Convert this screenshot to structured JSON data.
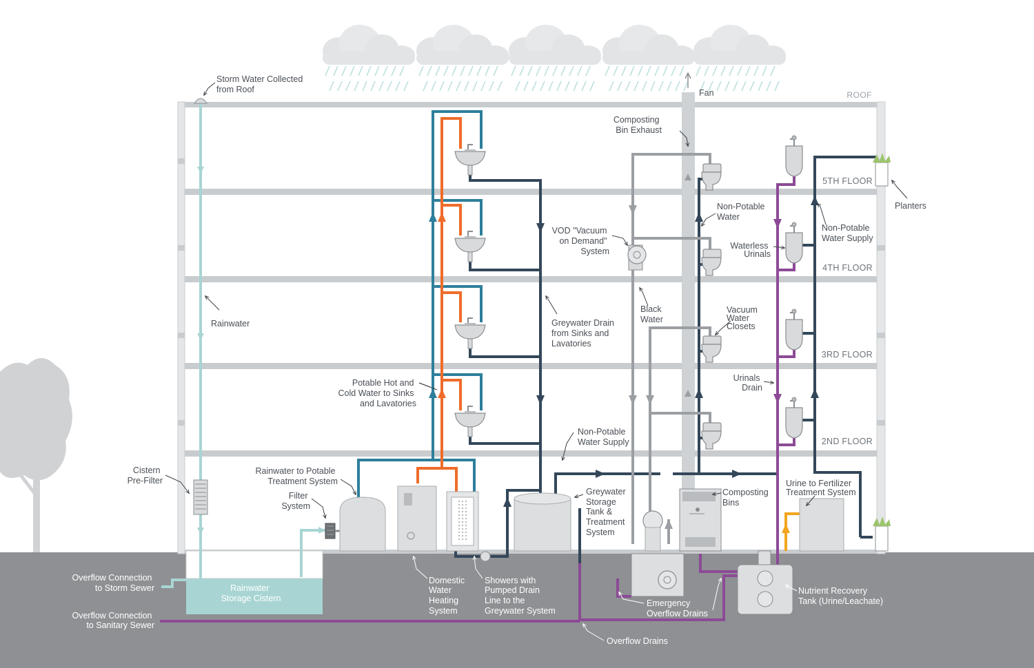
{
  "labels": {
    "storm_water": [
      "Storm Water Collected",
      "from Roof"
    ],
    "roof": "ROOF",
    "fan": "Fan",
    "composting_bin_exhaust": [
      "Composting",
      "Bin Exhaust"
    ],
    "non_potable_water": [
      "Non-Potable",
      "Water"
    ],
    "vod": [
      "VOD \"Vacuum",
      "on Demand\"",
      "System"
    ],
    "waterless_urinals": [
      "Waterless",
      "Urinals"
    ],
    "non_potable_water_supply_right": [
      "Non-Potable",
      "Water Supply"
    ],
    "planters": "Planters",
    "rainwater": "Rainwater",
    "greywater_drain": [
      "Greywater Drain",
      "from Sinks and",
      "Lavatories"
    ],
    "black_water": [
      "Black",
      "Water"
    ],
    "vacuum_water_closets": [
      "Vacuum",
      "Water",
      "Closets"
    ],
    "potable_hot_cold": [
      "Potable Hot and",
      "Cold Water to Sinks",
      "and Lavatories"
    ],
    "urinals_drain": [
      "Urinals",
      "Drain"
    ],
    "non_potable_water_supply_mid": [
      "Non-Potable",
      "Water Supply"
    ],
    "cistern_prefilter": [
      "Cistern",
      "Pre-Filter"
    ],
    "rainwater_to_potable": [
      "Rainwater to Potable",
      "Treatment System"
    ],
    "filter_system": [
      "Filter",
      "System"
    ],
    "greywater_storage": [
      "Greywater",
      "Storage",
      "Tank &",
      "Treatment",
      "System"
    ],
    "composting_bins": [
      "Composting",
      "Bins"
    ],
    "urine_to_fertilizer": [
      "Urine to Fertilizer",
      "Treatment System"
    ],
    "overflow_storm": [
      "Overflow Connection",
      "to Storm Sewer"
    ],
    "rainwater_cistern": [
      "Rainwater",
      "Storage Cistern"
    ],
    "domestic_water_heating": [
      "Domestic",
      "Water",
      "Heating",
      "System"
    ],
    "showers_pumped": [
      "Showers with",
      "Pumped Drain",
      "Line to the",
      "Greywater System"
    ],
    "emergency_overflow": [
      "Emergency",
      "Overflow Drains"
    ],
    "nutrient_recovery": [
      "Nutrient Recovery",
      "Tank (Urine/Leachate)"
    ],
    "overflow_sanitary": [
      "Overflow Connection",
      "to Sanitary Sewer"
    ],
    "overflow_drains": "Overflow Drains"
  },
  "floors": [
    "5TH FLOOR",
    "4TH FLOOR",
    "3RD FLOOR",
    "2ND FLOOR"
  ],
  "colors": {
    "rainwater": "#a8d5d3",
    "potable_cold": "#2e7f9c",
    "potable_hot": "#ef6c2a",
    "greywater": "#34475a",
    "black_water": "#9b9ea2",
    "urine": "#8c4a96",
    "fertilizer": "#f2a51c",
    "structure": "#c9ccce",
    "ground": "#8e9093"
  }
}
